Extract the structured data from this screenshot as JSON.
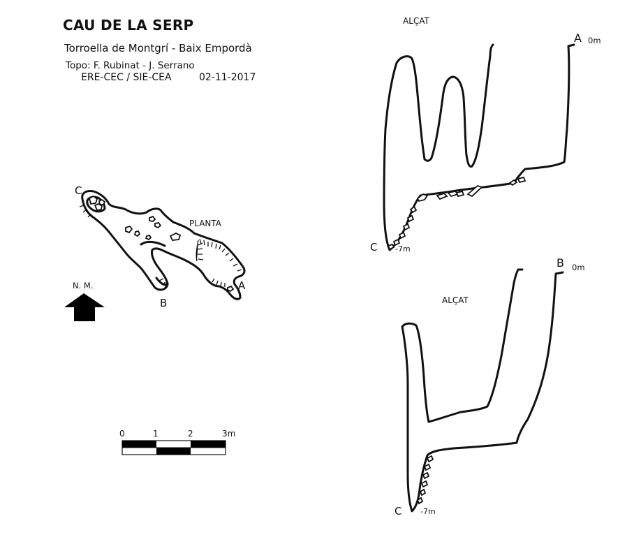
{
  "header": {
    "title": "CAU DE LA SERP",
    "location": "Torroella de Montgrí - Baix Empordà",
    "topo": "Topo: F. Rubinat - J. Serrano",
    "org": "ERE-CEC / SIE-CEA",
    "date": "02-11-2017"
  },
  "plan": {
    "label": "PLANTA",
    "north_label": "N. M.",
    "point_a": "A",
    "point_b": "B",
    "point_c": "C"
  },
  "elevation_top": {
    "label": "ALÇAT",
    "point_a": "A",
    "depth_a": "0m",
    "point_c": "C",
    "depth_c": "-7m"
  },
  "elevation_bottom": {
    "label": "ALÇAT",
    "point_b": "B",
    "depth_b": "0m",
    "point_c": "C",
    "depth_c": "-7m"
  },
  "scale_bar": {
    "ticks": [
      "0",
      "1",
      "2",
      "3m"
    ]
  },
  "colors": {
    "ink": "#111111",
    "paper": "#ffffff"
  }
}
